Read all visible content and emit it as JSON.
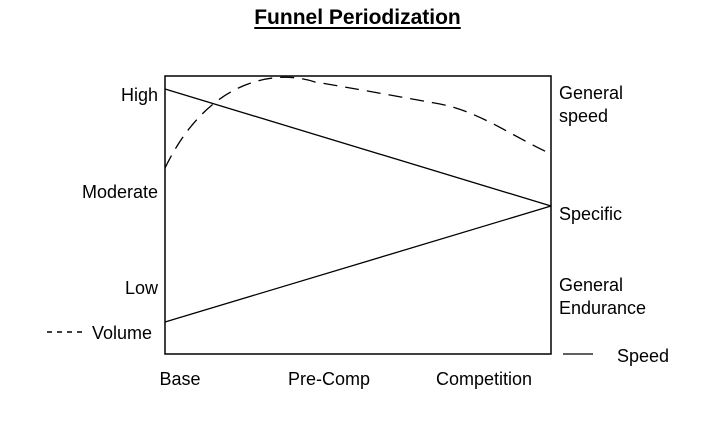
{
  "title": "Funnel Periodization",
  "y_levels": [
    "High",
    "Moderate",
    "Low"
  ],
  "x_phases": [
    "Base",
    "Pre-Comp",
    "Competition"
  ],
  "right_labels": {
    "general_speed": [
      "General",
      "speed"
    ],
    "specific": "Specific",
    "general_endurance": [
      "General",
      "Endurance"
    ]
  },
  "legend": {
    "volume": "Volume",
    "speed": "Speed"
  },
  "colors": {
    "line": "#000000",
    "background": "#ffffff"
  }
}
